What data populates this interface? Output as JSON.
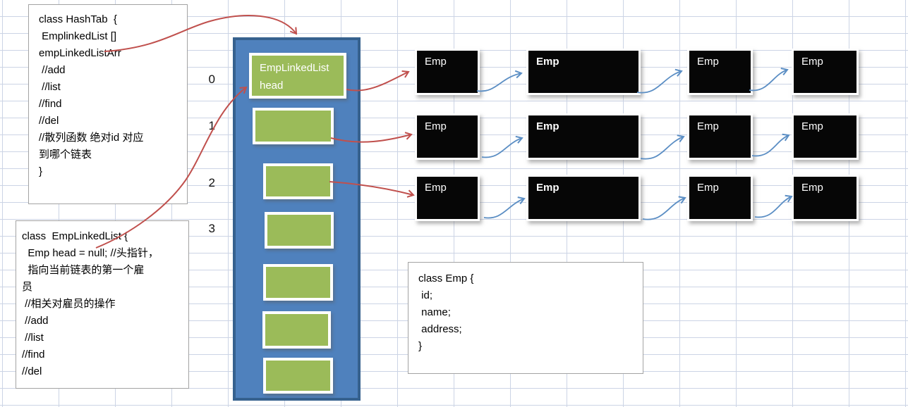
{
  "colors": {
    "red_arrow": "#C0504D",
    "blue_arrow": "#5B8EC4",
    "array_fill": "#4F81BD",
    "array_border": "#36618E",
    "cell_green": "#9BBB59",
    "grid_line": "#CCD4E5",
    "node_fill": "#060606"
  },
  "hashtab_box": {
    "lines": [
      "class HashTab  {",
      " EmplinkedList []",
      "empLinkedListArr",
      " //add",
      " //list",
      "//find",
      "//del",
      "//散列函数 绝对id 对应",
      "到哪个链表",
      "}"
    ]
  },
  "emp_linked_list_box": {
    "lines": [
      "class  EmpLinkedList {",
      "  Emp head = null; //头指针，",
      "  指向当前链表的第一个雇",
      "员",
      " //相关对雇员的操作",
      " //add",
      " //list",
      "//find",
      "//del"
    ]
  },
  "emp_class_box": {
    "lines": [
      "class Emp {",
      " id;",
      " name;",
      " address;",
      "}"
    ]
  },
  "array": {
    "head_line1": "EmpLinkedList",
    "head_line2": "head",
    "index_labels": [
      "0",
      "1",
      "2",
      "3"
    ],
    "empty_cell_count": 6
  },
  "linked_lists": [
    {
      "nodes": [
        {
          "label": "Emp",
          "bold": false
        },
        {
          "label": "Emp",
          "bold": true
        },
        {
          "label": "Emp",
          "bold": false
        },
        {
          "label": "Emp",
          "bold": false
        }
      ]
    },
    {
      "nodes": [
        {
          "label": "Emp",
          "bold": false
        },
        {
          "label": "Emp",
          "bold": true
        },
        {
          "label": "Emp",
          "bold": false
        },
        {
          "label": "Emp",
          "bold": false
        }
      ]
    },
    {
      "nodes": [
        {
          "label": "Emp",
          "bold": false
        },
        {
          "label": "Emp",
          "bold": true
        },
        {
          "label": "Emp",
          "bold": false
        },
        {
          "label": "Emp",
          "bold": false
        }
      ]
    }
  ]
}
